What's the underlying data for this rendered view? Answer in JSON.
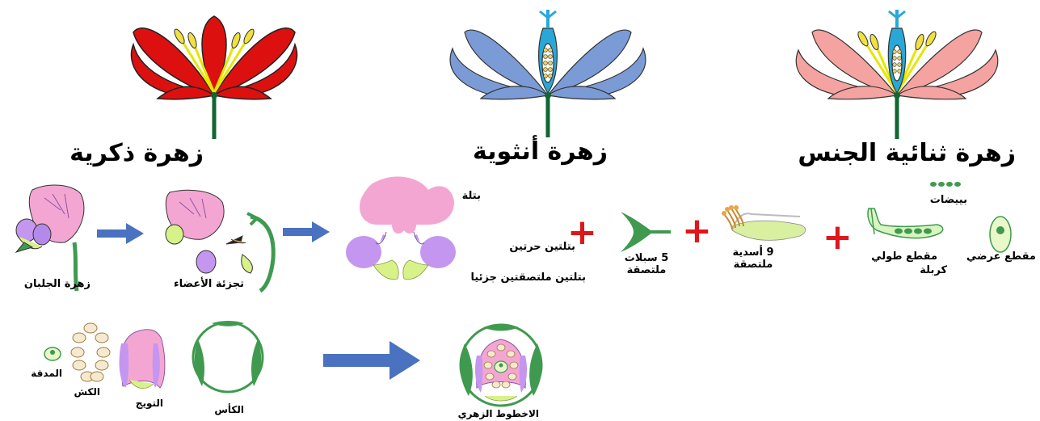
{
  "flower_types": {
    "male": "زهرة ذكرية",
    "female": "زهرة أنثوية",
    "hermaphrodite": "زهرة ثنائية الجنس"
  },
  "pea_flower": {
    "flower": "زهرة الجلبان",
    "organs": "تجزئة الأعضاء",
    "standard_petal": "بتلة",
    "wing_petals": "بتلتين حرتين",
    "keel_petals": "بتلتين ملتصقتين جزئيا",
    "sepals": "5 سبلات ملتصقة",
    "stamens": "9 أسدية ملتصقة",
    "ovules": "بييضات",
    "longitudinal_section": "مقطع طولي",
    "cross_section": "مقطع عرضي",
    "carpel": "كربلة"
  },
  "floral_diagram": {
    "pistil": "المدقة",
    "androecium": "الكش",
    "corolla": "التويج",
    "calyx": "الكأس",
    "diagram": "الاخطوط الزهري"
  },
  "colors": {
    "red": "#dd1010",
    "blue": "#7b9bd6",
    "pink": "#f4a3a0",
    "stem": "#116633",
    "arrow": "#4a72c0",
    "plus": "#e0161b",
    "petal_pink": "#f4a6d2",
    "petal_purple": "#c496f0",
    "keel_green": "#d8f28a",
    "sepal_green": "#3f9a4f"
  }
}
